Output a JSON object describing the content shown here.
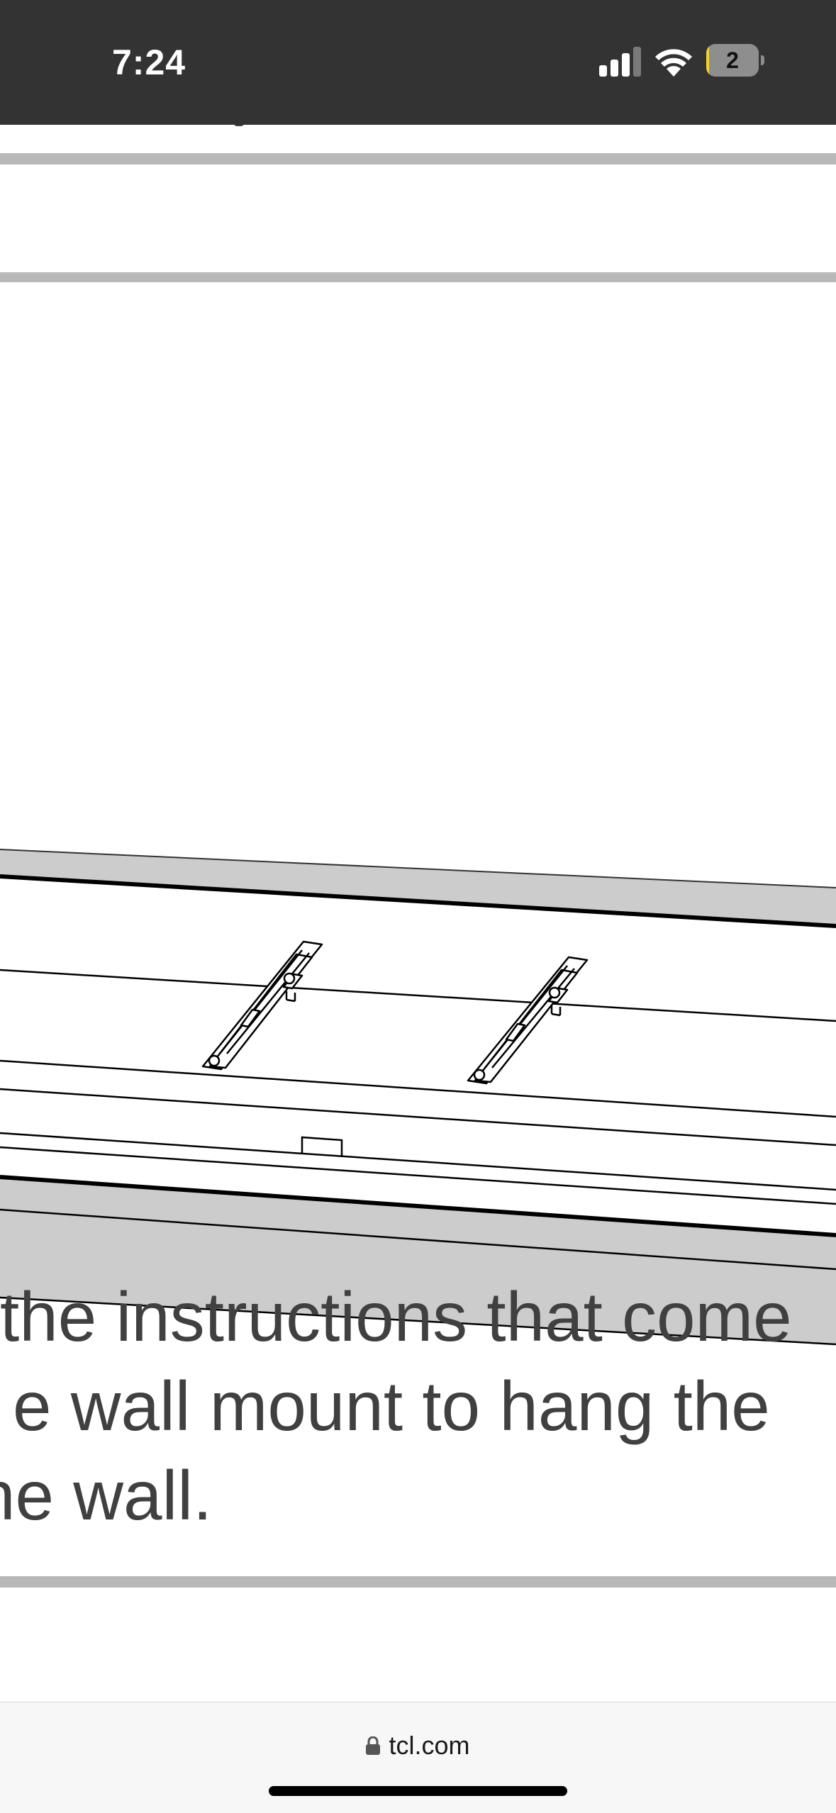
{
  "status_bar": {
    "time": "7:24",
    "battery_level": "2",
    "signal_icon": "cellular-signal-icon",
    "wifi_icon": "wifi-icon",
    "battery_icon": "battery-icon",
    "colors": {
      "background": "#333333",
      "battery_fill": "#f3d12c"
    }
  },
  "article": {
    "instruction_lines": [
      "the instructions that come",
      "e wall mount to hang the",
      "he wall."
    ],
    "text_color": "#404040",
    "divider_color": "#b8b8b8"
  },
  "illustration": {
    "icon": "tv-wall-mount-brackets-illustration",
    "bracket_count": 2
  },
  "browser": {
    "url": "tcl.com",
    "lock_icon": "lock-icon"
  }
}
